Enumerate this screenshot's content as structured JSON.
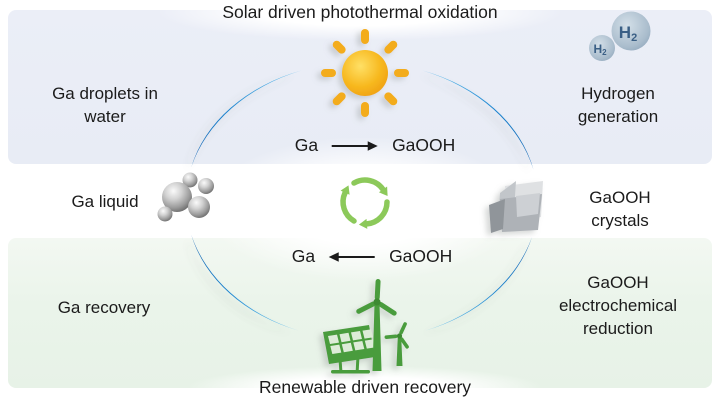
{
  "title": "Solar driven photothermal oxidation",
  "bottom_label": "Renewable driven recovery",
  "labels": {
    "ga_droplets": {
      "line1": "Ga droplets in",
      "line2": "water"
    },
    "ga_liquid": "Ga liquid",
    "ga_recovery": "Ga recovery",
    "hydrogen": {
      "line1": "Hydrogen",
      "line2": "generation"
    },
    "gaooh_crystals": {
      "line1": "GaOOH",
      "line2": "crystals"
    },
    "gaooh_reduction": {
      "line1": "GaOOH",
      "line2": "electrochemical",
      "line3": "reduction"
    }
  },
  "reactions": {
    "oxidation": {
      "reactant": "Ga",
      "product": "GaOOH",
      "direction": "right"
    },
    "reduction": {
      "reactant": "Ga",
      "product": "GaOOH",
      "direction": "left"
    }
  },
  "molecules": {
    "h2_symbol": "H",
    "h2_subscript": "2"
  },
  "icons": [
    "sun-icon",
    "h2-bubble-large-icon",
    "h2-bubble-small-icon",
    "ga-droplets-icon",
    "gaooh-crystals-icon",
    "recycle-icon",
    "wind-turbine-icon",
    "solar-panel-icon",
    "cycle-arc"
  ],
  "colors": {
    "band_blue": "#e9edf6",
    "band_green": "#e9f3e9",
    "arc_blue_dark": "#0a57a8",
    "arc_blue_light": "#6cc9f2",
    "recycle_green": "#8cc95a",
    "renewable_green": "#4a9c3c",
    "sun_gold": "#f5b31f",
    "h2_bubble": "#a9bccc",
    "h2_text": "#3a5f85",
    "text": "#1b1b1b"
  }
}
